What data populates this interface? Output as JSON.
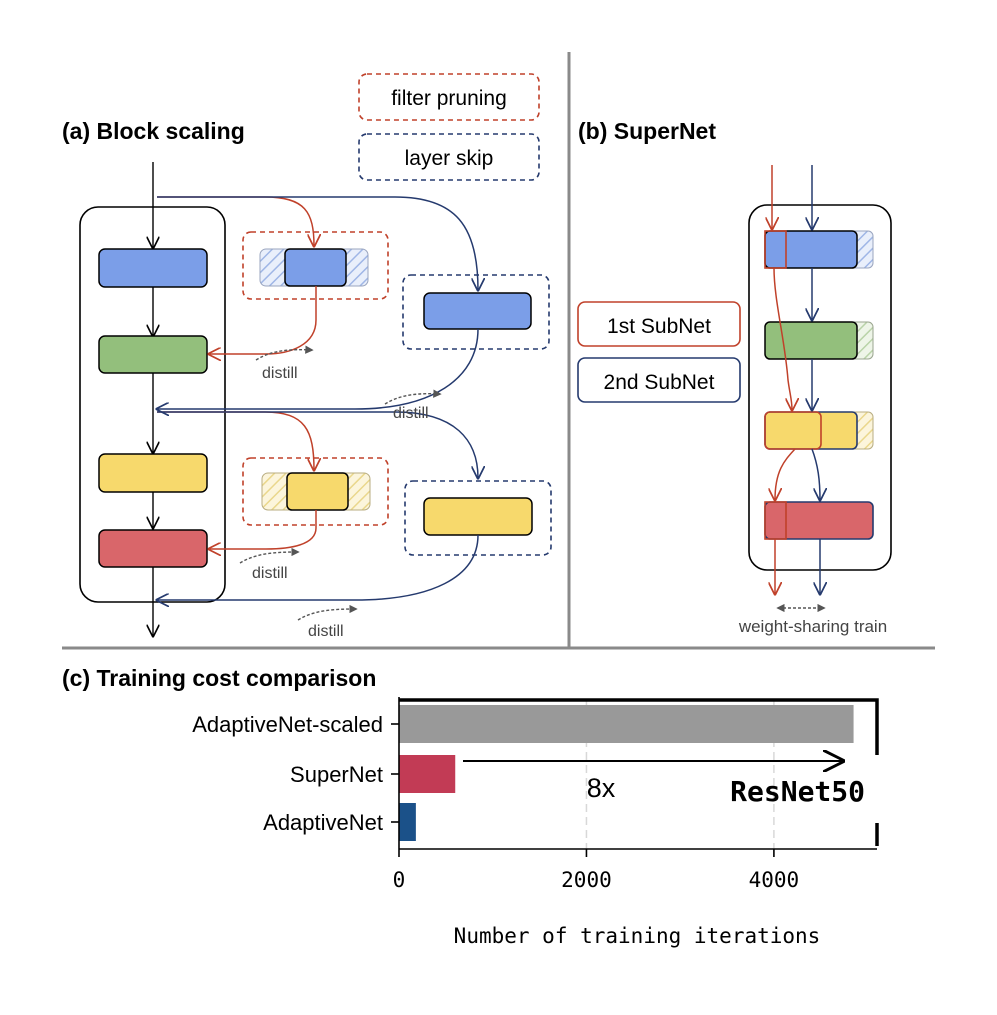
{
  "panel_a": {
    "title": "(a) Block scaling",
    "legend": {
      "filter_pruning": "filter pruning",
      "layer_skip": "layer skip"
    },
    "distill_labels": [
      "distill",
      "distill",
      "distill",
      "distill"
    ]
  },
  "panel_b": {
    "title": "(b) SuperNet",
    "subnet_1": "1st SubNet",
    "subnet_2": "2nd SubNet",
    "weight_sharing": "weight-sharing train"
  },
  "panel_c": {
    "title": "(c) Training cost comparison",
    "speedup_label": "8x",
    "model_label": "ResNet50"
  },
  "colors": {
    "blue_block": "#7b9ee8",
    "green_block": "#93bf7c",
    "yellow_block": "#f7d96c",
    "red_block": "#d9666a",
    "filter_pruning": "#c0412a",
    "layer_skip": "#253a6e",
    "bar_scaled": "#999999",
    "bar_supernet": "#c23b55",
    "bar_adaptivenet": "#1b5189"
  },
  "chart_data": {
    "type": "bar",
    "orientation": "horizontal",
    "categories": [
      "AdaptiveNet-scaled",
      "SuperNet",
      "AdaptiveNet"
    ],
    "values": [
      4850,
      600,
      180
    ],
    "xlabel": "Number of training iterations",
    "xticks": [
      0,
      2000,
      4000
    ],
    "xlim": [
      0,
      5100
    ],
    "grid": true
  }
}
